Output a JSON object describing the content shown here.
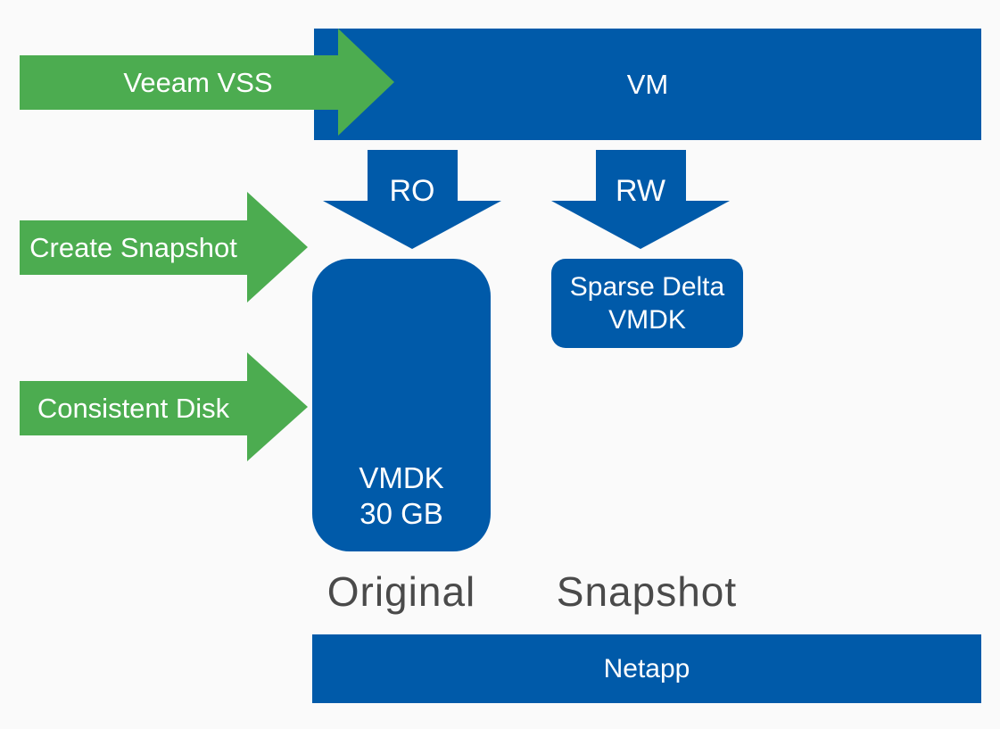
{
  "colors": {
    "blue": "#005aa9",
    "green": "#4cac50",
    "background": "#fafafa",
    "white_text": "#ffffff",
    "label_gray": "#4a4a4a"
  },
  "diagram": {
    "vm_bar": {
      "label": "VM"
    },
    "veeam_arrow": {
      "label": "Veeam VSS"
    },
    "create_snapshot_arrow": {
      "label": "Create Snapshot"
    },
    "consistent_disk_arrow": {
      "label": "Consistent Disk"
    },
    "ro_arrow": {
      "label": "RO"
    },
    "rw_arrow": {
      "label": "RW"
    },
    "vmdk_box": {
      "line1": "VMDK",
      "line2": "30 GB"
    },
    "sparse_box": {
      "line1": "Sparse Delta",
      "line2": "VMDK"
    },
    "original_label": "Original",
    "snapshot_label": "Snapshot",
    "netapp_bar": {
      "label": "Netapp"
    }
  }
}
